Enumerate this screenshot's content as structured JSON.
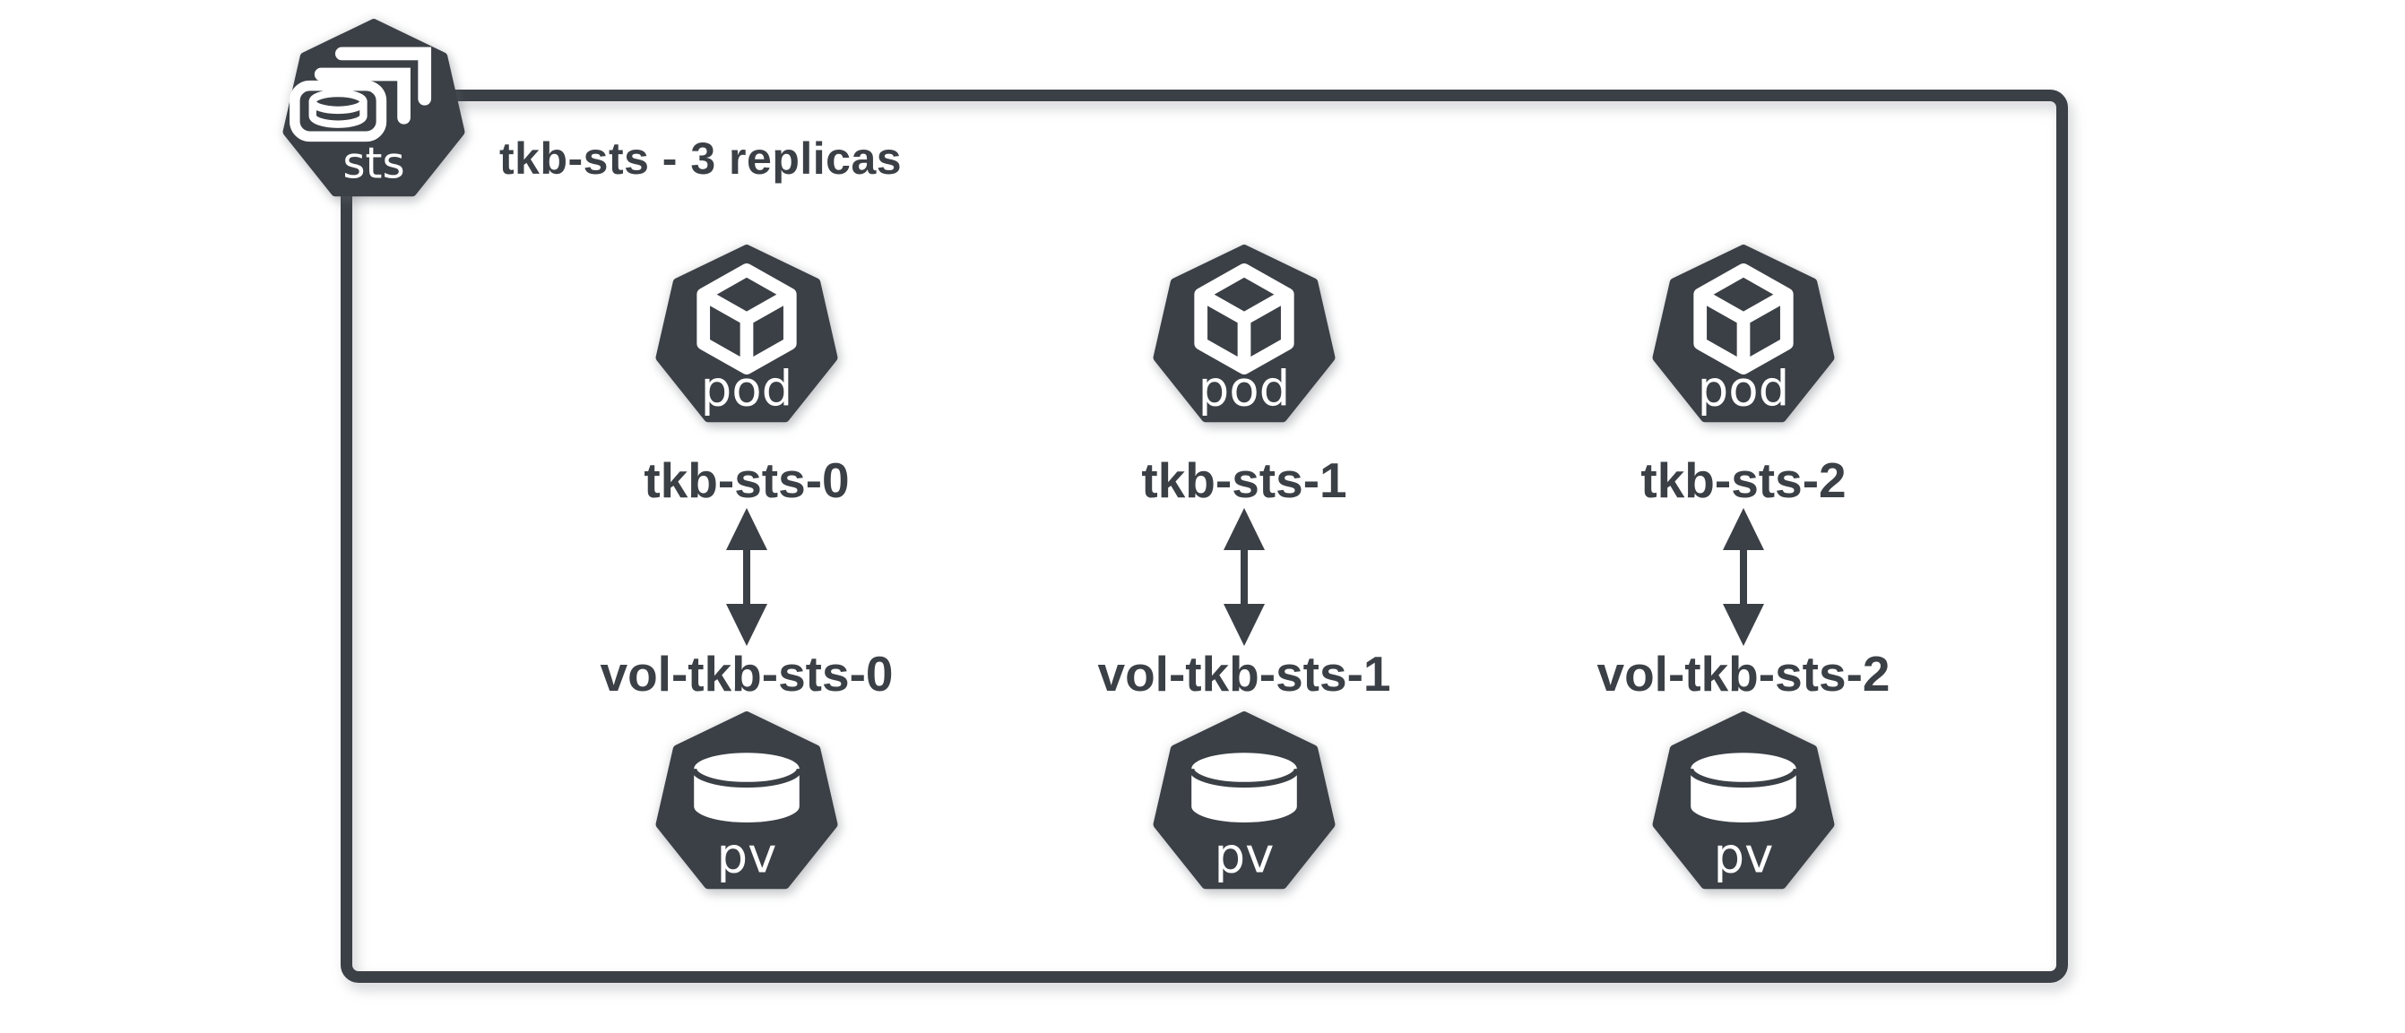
{
  "colors": {
    "charcoal": "#3b4046",
    "background": "#ffffff"
  },
  "statefulset": {
    "icon_label": "sts",
    "title": "tkb-sts - 3 replicas"
  },
  "replicas": [
    {
      "pod_icon_label": "pod",
      "pod_name": "tkb-sts-0",
      "volume_name": "vol-tkb-sts-0",
      "pv_icon_label": "pv"
    },
    {
      "pod_icon_label": "pod",
      "pod_name": "tkb-sts-1",
      "volume_name": "vol-tkb-sts-1",
      "pv_icon_label": "pv"
    },
    {
      "pod_icon_label": "pod",
      "pod_name": "tkb-sts-2",
      "volume_name": "vol-tkb-sts-2",
      "pv_icon_label": "pv"
    }
  ]
}
